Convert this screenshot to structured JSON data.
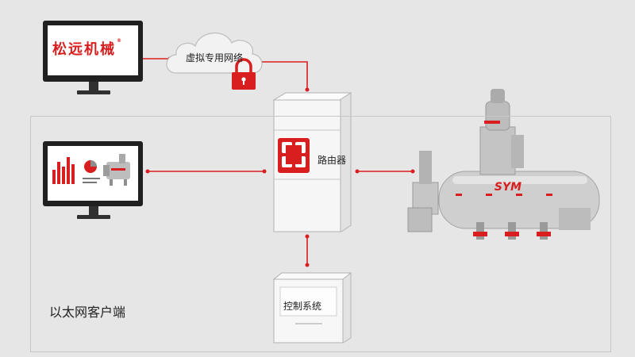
{
  "diagram": {
    "brand": {
      "text": "松远机械",
      "mark": "®"
    },
    "cloud": {
      "label": "虚拟专用网络"
    },
    "router": {
      "label": "路由器"
    },
    "control": {
      "label": "控制系统"
    },
    "area": {
      "label": "以太网客户端"
    },
    "machine": {
      "logo": "SYM"
    },
    "colors": {
      "accent": "#d81e1e",
      "background": "#e6e6e6",
      "monitor_frame": "#202020",
      "device_body": "#f6f6f6"
    },
    "icons": [
      "lock-icon",
      "cloud-icon",
      "router-icon",
      "monitor-icon",
      "mixer-machine-icon",
      "control-cabinet-icon"
    ]
  }
}
